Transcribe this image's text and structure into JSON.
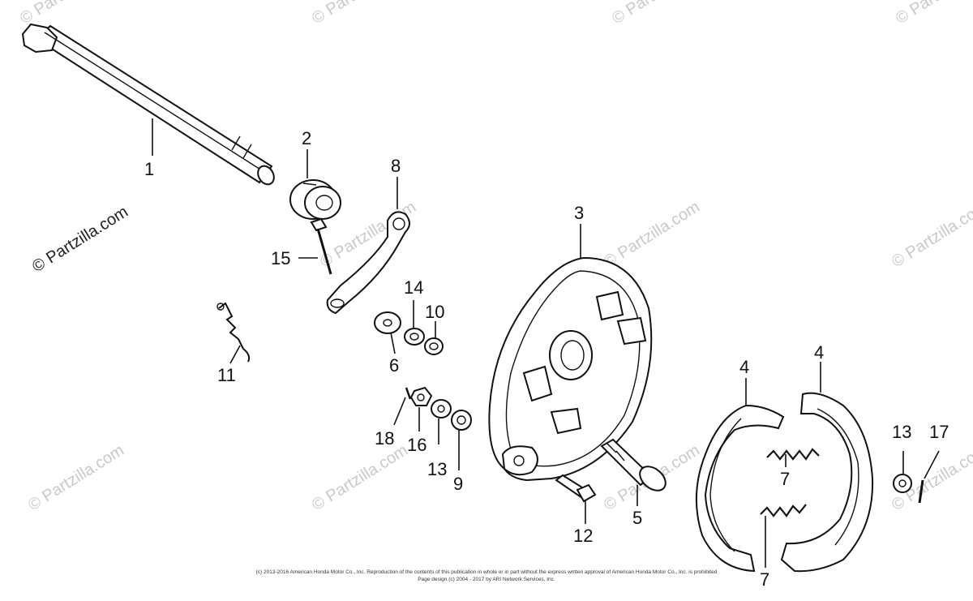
{
  "watermark": "© Partzilla.com",
  "copyright": {
    "line1": "(c) 2013-2016 American Honda Motor Co., Inc. Reproduction of the contents of this publication in whole or in part without the express written approval of American Honda Motor Co., Inc. is prohibited",
    "line2": "Page design (c) 2004 - 2017 by ARI Network Services, Inc."
  },
  "callouts": [
    "1",
    "2",
    "3",
    "4",
    "4",
    "5",
    "6",
    "7",
    "7",
    "8",
    "9",
    "10",
    "11",
    "12",
    "13",
    "13",
    "14",
    "15",
    "16",
    "17",
    "18"
  ]
}
